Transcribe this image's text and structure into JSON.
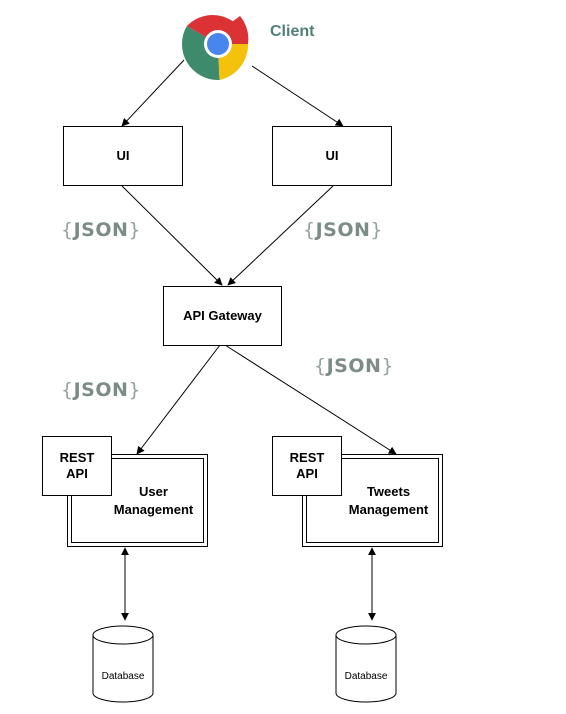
{
  "client": {
    "label": "Client",
    "icon": "chrome-browser-icon"
  },
  "ui_left": {
    "label": "UI"
  },
  "ui_right": {
    "label": "UI"
  },
  "gateway": {
    "label": "API Gateway"
  },
  "json_labels": [
    "{JSON}",
    "{JSON}",
    "{JSON}",
    "{JSON}"
  ],
  "json_word": "JSON",
  "user_service": {
    "rest_line1": "REST",
    "rest_line2": "API",
    "line1": "User",
    "line2": "Management"
  },
  "tweets_service": {
    "rest_line1": "REST",
    "rest_line2": "API",
    "line1": "Tweets",
    "line2": "Management"
  },
  "database_left": {
    "label": "Database"
  },
  "database_right": {
    "label": "Database"
  },
  "colors": {
    "chrome_red": "#db3236",
    "chrome_yellow": "#f4c20d",
    "chrome_green": "#3e8a6c",
    "chrome_blue": "#4885ed",
    "json_gray": "#7d8c86",
    "client_text": "#4f8177"
  }
}
